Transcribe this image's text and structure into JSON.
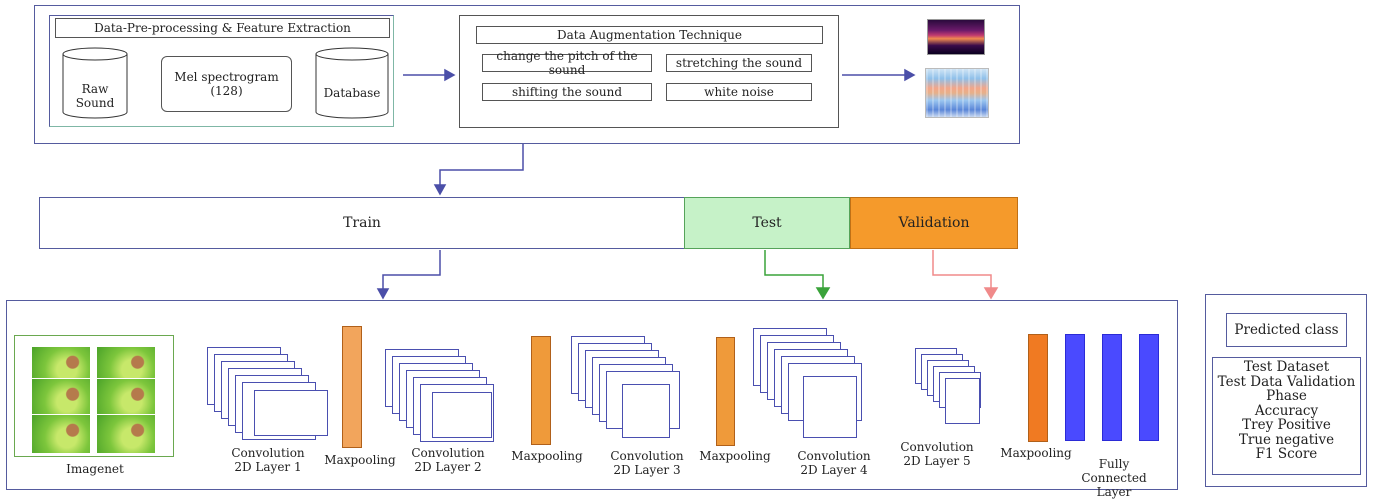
{
  "preprocessing": {
    "title": "Data-Pre-processing & Feature Extraction",
    "raw_sound": "Raw Sound",
    "mel_spectrogram": "Mel spectrogram (128)",
    "database": "Database"
  },
  "augmentation": {
    "title": "Data Augmentation Technique",
    "techniques": [
      "change the pitch of the sound",
      "stretching the sound",
      "shifting the sound",
      "white noise"
    ]
  },
  "split": {
    "train": "Train",
    "test": "Test",
    "validation": "Validation"
  },
  "model": {
    "imagenet": "Imagenet",
    "conv1": "Convolution 2D Layer 1",
    "pool1": "Maxpooling",
    "conv2": "Convolution 2D Layer 2",
    "pool2": "Maxpooling",
    "conv3": "Convolution 2D Layer 3",
    "pool3": "Maxpooling",
    "conv4": "Convolution 2D Layer 4",
    "conv5": "Convolution 2D Layer 5",
    "pool4": "Maxpooling",
    "fc": "Fully Connected Layer"
  },
  "results": {
    "predicted_class": "Predicted class",
    "metrics": [
      "Test Dataset",
      "Test Data Validation",
      "Phase",
      "Accuracy",
      "Trey Positive",
      "True negative",
      "F1 Score"
    ]
  },
  "colors": {
    "frame": "#555b9e",
    "test_fill": "#c6f2c8",
    "validation_fill": "#f59a2b",
    "maxpool_light": "#f2a55c",
    "maxpool_mid": "#ef9a3a",
    "maxpool_dark": "#f07a22",
    "fc_blue": "#4a4aff",
    "arrow_train": "#4b4fa8",
    "arrow_test": "#3aa33a",
    "arrow_val": "#f08a8a"
  }
}
